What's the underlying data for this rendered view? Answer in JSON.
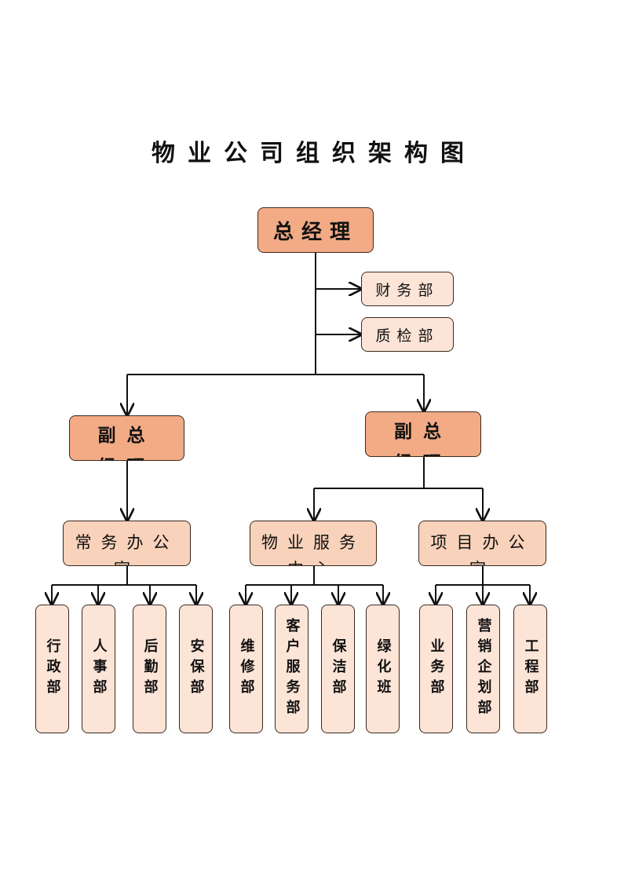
{
  "title": "物业公司组织架构图",
  "nodes": {
    "gm": "总经理",
    "finance": "财务部",
    "qc": "质检部",
    "vp_left": "副总经理",
    "vp_right": "副总经理",
    "office": "常务办公室",
    "service_center": "物业服务中心",
    "project_office": "项目办公室"
  },
  "departments": {
    "office": [
      "行政部",
      "人事部",
      "后勤部",
      "安保部"
    ],
    "service_center": [
      "维修部",
      "客户服务部",
      "保洁部",
      "绿化班"
    ],
    "project_office": [
      "业务部",
      "营销企划部",
      "工程部"
    ]
  },
  "colors": {
    "dark_fill": "#f2ab85",
    "mid_fill": "#f8d2ba",
    "light_fill": "#fce4d6",
    "stroke": "#3a2a20"
  }
}
